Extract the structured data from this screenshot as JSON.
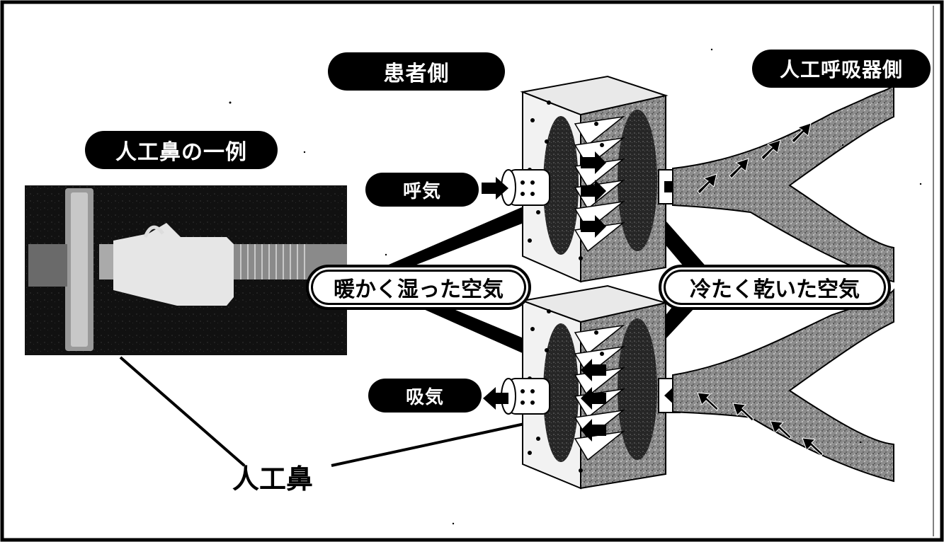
{
  "labels": {
    "patient_side": "患者側",
    "ventilator_side": "人工呼吸器側",
    "example_title": "人工鼻の一例",
    "exhale": "呼気",
    "inhale": "吸気",
    "warm_humid_air": "暖かく湿った空気",
    "cold_dry_air": "冷たく乾いた空気",
    "artificial_nose": "人工鼻"
  },
  "colors": {
    "pill_bg": "#000000",
    "pill_text": "#ffffff",
    "tube_fill": "#8a8a8a",
    "filter_dark": "#2a2a2a"
  }
}
